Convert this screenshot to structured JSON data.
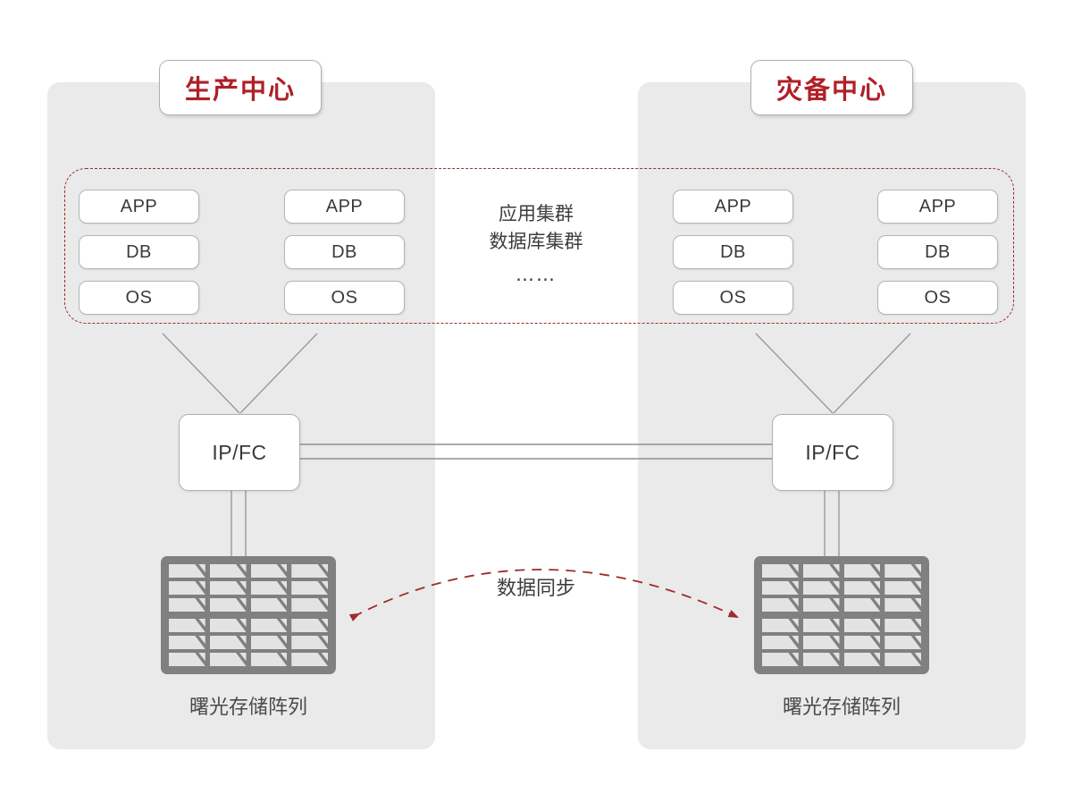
{
  "diagram": {
    "title_production": "生产中心",
    "title_dr": "灾备中心",
    "cluster_caption_line1": "应用集群",
    "cluster_caption_line2": "数据库集群",
    "cluster_caption_dots": "……",
    "sync_label": "数据同步",
    "switch_label_left": "IP/FC",
    "switch_label_right": "IP/FC",
    "storage_caption_left": "曙光存储阵列",
    "storage_caption_right": "曙光存储阵列",
    "node_stacks": [
      {
        "id": "production-node-1",
        "boxes": [
          "APP",
          "DB",
          "OS"
        ]
      },
      {
        "id": "production-node-2",
        "boxes": [
          "APP",
          "DB",
          "OS"
        ]
      },
      {
        "id": "dr-node-1",
        "boxes": [
          "APP",
          "DB",
          "OS"
        ]
      },
      {
        "id": "dr-node-2",
        "boxes": [
          "APP",
          "DB",
          "OS"
        ]
      }
    ],
    "colors": {
      "accent_red": "#b02028",
      "dashed_red": "#a02b2b",
      "panel_gray": "#eaeaea",
      "storage_gray": "#808080",
      "drive_gray": "#e3e3e3",
      "box_border": "#b0b0b0",
      "text_dark": "#3a3a3a",
      "background": "#ffffff"
    }
  }
}
